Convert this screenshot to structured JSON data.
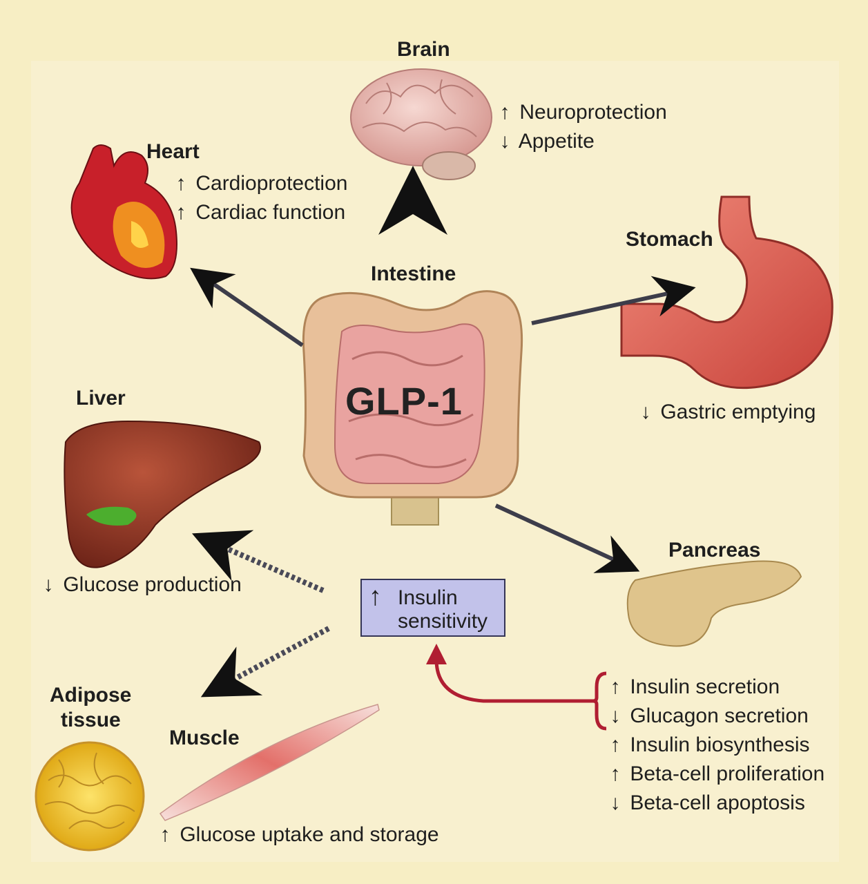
{
  "center": {
    "label": "GLP-1"
  },
  "organs": {
    "intestine": {
      "title": "Intestine"
    },
    "brain": {
      "title": "Brain",
      "effects": [
        {
          "dir": "↑",
          "text": "Neuroprotection"
        },
        {
          "dir": "↓",
          "text": "Appetite"
        }
      ]
    },
    "heart": {
      "title": "Heart",
      "effects": [
        {
          "dir": "↑",
          "text": "Cardioprotection"
        },
        {
          "dir": "↑",
          "text": "Cardiac function"
        }
      ]
    },
    "stomach": {
      "title": "Stomach",
      "effects": [
        {
          "dir": "↓",
          "text": "Gastric emptying"
        }
      ]
    },
    "liver": {
      "title": "Liver",
      "effects": [
        {
          "dir": "↓",
          "text": "Glucose production"
        }
      ]
    },
    "pancreas": {
      "title": "Pancreas",
      "effects": [
        {
          "dir": "↑",
          "text": "Insulin secretion"
        },
        {
          "dir": "↓",
          "text": "Glucagon secretion"
        },
        {
          "dir": "↑",
          "text": "Insulin biosynthesis"
        },
        {
          "dir": "↑",
          "text": "Beta-cell proliferation"
        },
        {
          "dir": "↓",
          "text": "Beta-cell apoptosis"
        }
      ]
    },
    "adipose": {
      "title_line1": "Adipose",
      "title_line2": "tissue"
    },
    "muscle": {
      "title": "Muscle",
      "effects": [
        {
          "dir": "↑",
          "text": "Glucose uptake and storage"
        }
      ]
    }
  },
  "insulin_box": {
    "dir": "↑",
    "line1": "Insulin",
    "line2": "sensitivity"
  },
  "colors": {
    "background": "#f7eec4",
    "box_fill": "#c2c2ea",
    "feedback_arrow": "#b01e32",
    "arrow": "#111111"
  }
}
